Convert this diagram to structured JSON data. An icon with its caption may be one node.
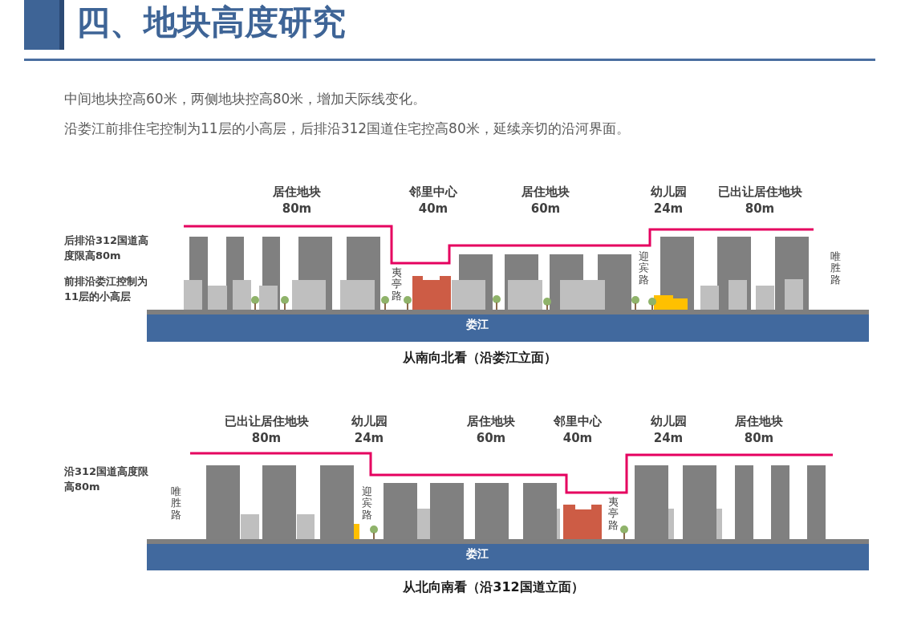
{
  "diagram": {
    "title": "四、地块高度研究",
    "labels": [
      "中间地块控高60米，两侧地块控高80米，增加天际线变化。",
      "沿娄江前排住宅控制为11层的小高层，后排沿312国道住宅控高80米，延续亲切的沿河界面。",
      "居住地块",
      "80m",
      "邻里中心",
      "40m",
      "居住地块",
      "60m",
      "幼儿园",
      "24m",
      "已出让居住地块",
      "80m",
      "后排沿312国道高度限高80m",
      "前排沿娄江控制为11层的小高层",
      "夷亭路",
      "迎宾路",
      "唯胜路",
      "娄江",
      "从南向北看（沿娄江立面）",
      "已出让居住地块",
      "80m",
      "幼儿园",
      "24m",
      "居住地块",
      "60m",
      "邻里中心",
      "40m",
      "幼儿园",
      "24m",
      "居住地块",
      "80m",
      "沿312国道高度限高80m",
      "唯胜路",
      "迎宾路",
      "夷亭路",
      "娄江",
      "从北向南看（沿312国道立面）"
    ]
  }
}
